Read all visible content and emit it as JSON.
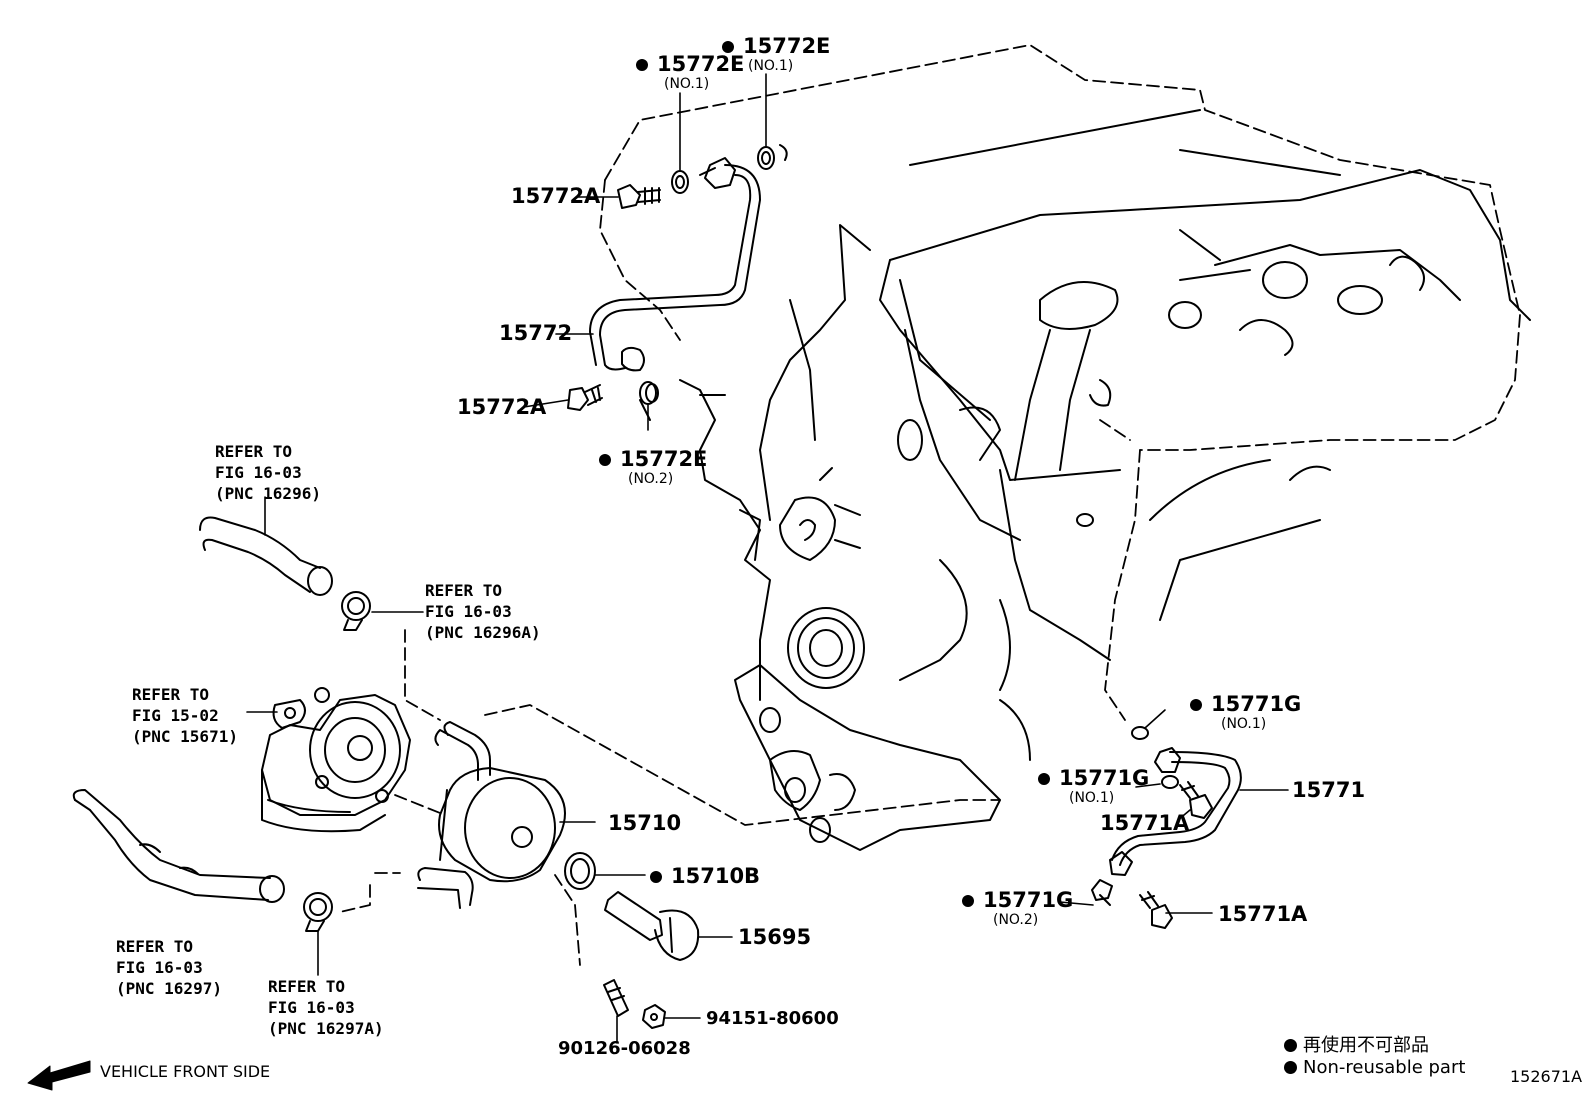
{
  "labels": {
    "p15772E_no1_left": "15772E",
    "p15772E_no1_left_sub": "(NO.1)",
    "p15772E_no1_right": "15772E",
    "p15772E_no1_right_sub": "(NO.1)",
    "p15772A_upper": "15772A",
    "p15772": "15772",
    "p15772A_lower": "15772A",
    "p15772E_no2": "15772E",
    "p15772E_no2_sub": "(NO.2)",
    "p15710": "15710",
    "p15710B": "15710B",
    "p15695": "15695",
    "p94151": "94151-80600",
    "p90126": "90126-06028",
    "p15771G_no1_upper": "15771G",
    "p15771G_no1_upper_sub": "(NO.1)",
    "p15771G_no1_lower": "15771G",
    "p15771G_no1_lower_sub": "(NO.1)",
    "p15771": "15771",
    "p15771A_upper": "15771A",
    "p15771G_no2": "15771G",
    "p15771G_no2_sub": "(NO.2)",
    "p15771A_lower": "15771A"
  },
  "refs": {
    "r16296": [
      "REFER TO",
      "FIG 16-03",
      "(PNC 16296)"
    ],
    "r16296A": [
      "REFER TO",
      "FIG 16-03",
      "(PNC 16296A)"
    ],
    "r15671": [
      "REFER TO",
      "FIG 15-02",
      "(PNC 15671)"
    ],
    "r16297": [
      "REFER TO",
      "FIG 16-03",
      "(PNC 16297)"
    ],
    "r16297A": [
      "REFER TO",
      "FIG 16-03",
      "(PNC 16297A)"
    ]
  },
  "footer": {
    "vehicle_front": "VEHICLE FRONT SIDE",
    "legend_jp": "再使用不可部品",
    "legend_en": "Non-reusable part",
    "figure_id": "152671A"
  },
  "non_reusable_marker": "black-dot",
  "colors": {
    "ink": "#000000",
    "paper": "#ffffff"
  }
}
